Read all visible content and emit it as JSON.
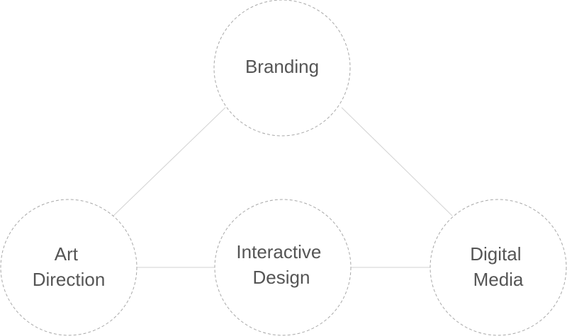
{
  "nodes": {
    "branding": {
      "lines": [
        "Branding"
      ]
    },
    "art_direction": {
      "lines": [
        "Art",
        "Direction"
      ]
    },
    "interactive_design": {
      "lines": [
        "Interactive",
        "Design"
      ]
    },
    "digital_media": {
      "lines": [
        "Digital",
        "Media"
      ]
    }
  },
  "connections": [
    [
      "branding",
      "art_direction"
    ],
    [
      "branding",
      "digital_media"
    ],
    [
      "art_direction",
      "interactive_design"
    ],
    [
      "interactive_design",
      "digital_media"
    ]
  ]
}
